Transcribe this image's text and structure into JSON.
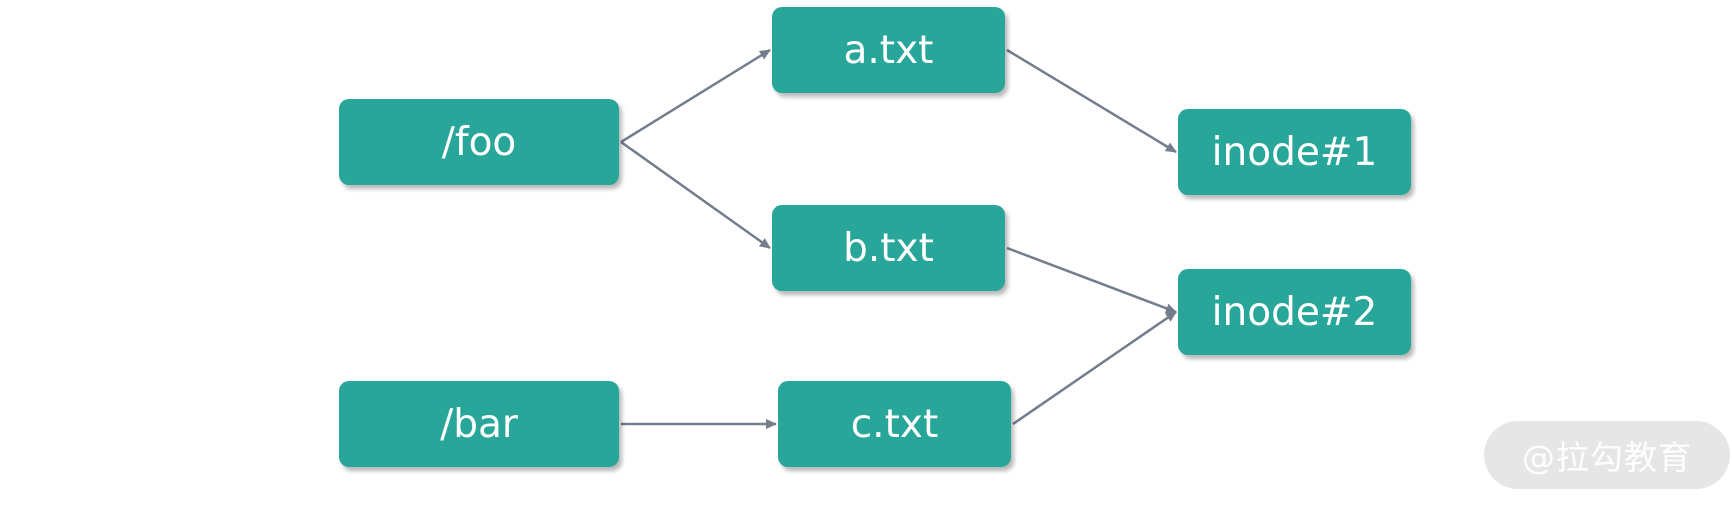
{
  "nodes": {
    "foo": "/foo",
    "bar": "/bar",
    "a": "a.txt",
    "b": "b.txt",
    "c": "c.txt",
    "inode1": "inode#1",
    "inode2": "inode#2"
  },
  "edges": [
    {
      "from": "foo",
      "to": "a"
    },
    {
      "from": "foo",
      "to": "b"
    },
    {
      "from": "bar",
      "to": "c"
    },
    {
      "from": "a",
      "to": "inode1"
    },
    {
      "from": "b",
      "to": "inode2"
    },
    {
      "from": "c",
      "to": "inode2"
    }
  ],
  "watermark": "@拉勾教育",
  "colors": {
    "node_fill": "#27a699",
    "node_text": "#ffffff",
    "arrow": "#737d8c"
  }
}
